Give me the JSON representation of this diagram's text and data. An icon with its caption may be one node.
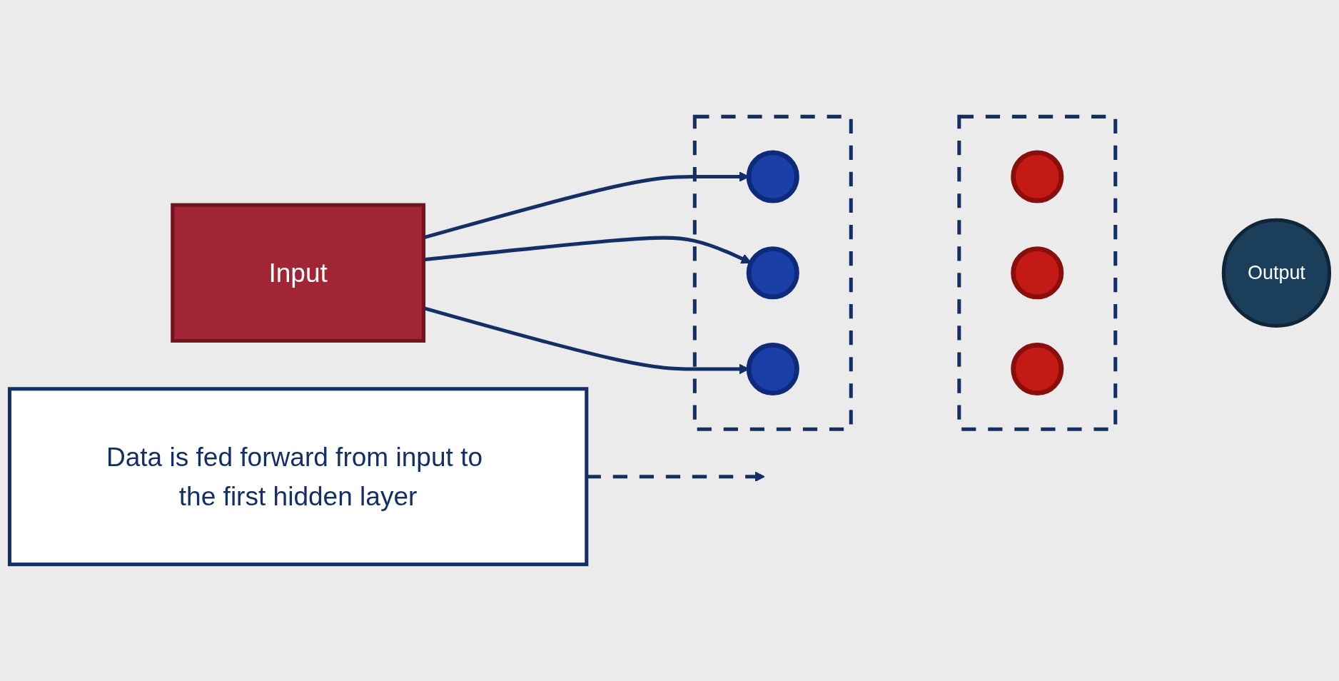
{
  "diagram": {
    "nodes": [
      {
        "text": [
          "Data is fed forward from input to the first hidden layer"
        ]
      },
      {
        "text": [
          "Input"
        ]
      },
      {
        "text": [],
        "shape": "box"
      },
      {
        "text": [],
        "shape": "circle",
        "in": 2
      },
      {
        "text": [],
        "shape": "circle",
        "in": 2
      },
      {
        "text": [],
        "shape": "circle",
        "in": 2
      },
      {
        "text": [],
        "shape": "box"
      },
      {
        "text": [],
        "shape": "circle",
        "in": 6
      },
      {
        "text": [],
        "shape": "circle",
        "in": 6
      },
      {
        "text": [],
        "shape": "circle",
        "in": 6
      },
      {
        "text": [
          "Output"
        ]
      }
    ],
    "edges": [
      {
        "from": 1,
        "to": 3,
        "arrow": "to"
      },
      {
        "from": 1,
        "to": 4,
        "arrow": "to"
      },
      {
        "from": 1,
        "to": 5,
        "arrow": "to"
      },
      {
        "from": 0,
        "to": null,
        "arrow": "to",
        "style": "dashed"
      }
    ]
  }
}
